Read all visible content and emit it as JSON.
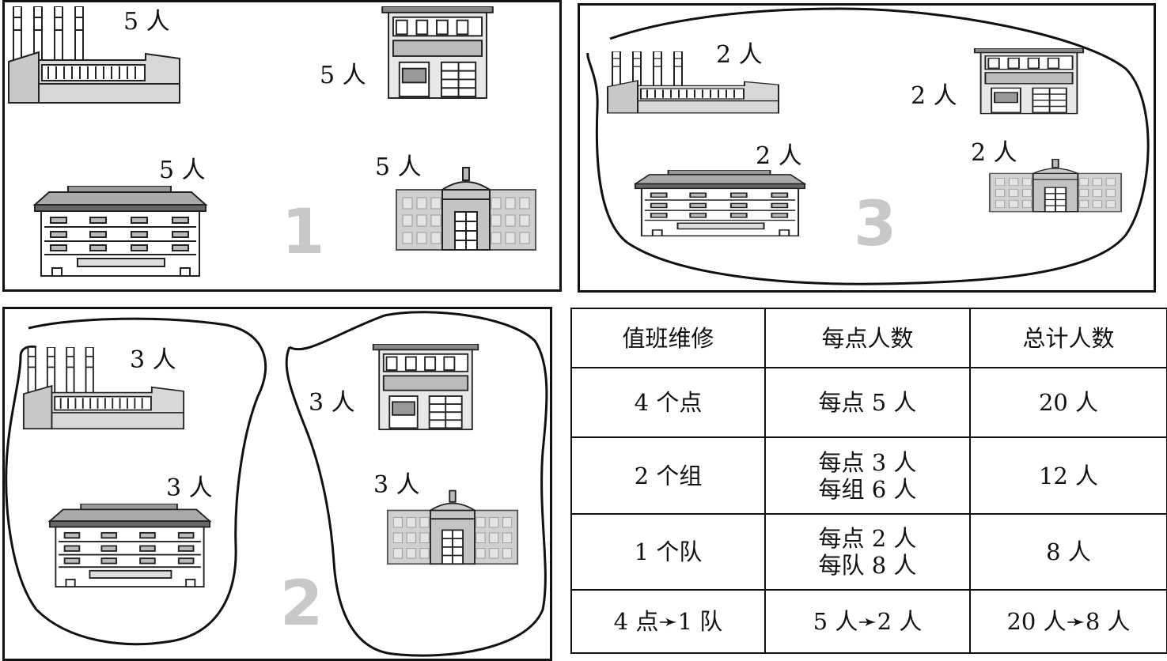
{
  "panels": {
    "p1": {
      "number": "1",
      "labels": {
        "factory": "5 人",
        "fire_station": "5 人",
        "school": "5 人",
        "hall": "5 人"
      }
    },
    "p3": {
      "number": "3",
      "labels": {
        "factory": "2 人",
        "fire_station": "2 人",
        "school": "2 人",
        "hall": "2 人"
      }
    },
    "p2": {
      "number": "2",
      "labels": {
        "factory": "3 人",
        "fire_station": "3 人",
        "school": "3 人",
        "hall": "3 人"
      }
    }
  },
  "table": {
    "headers": [
      "值班维修",
      "每点人数",
      "总计人数"
    ],
    "rows": [
      {
        "c1": "4 个点",
        "c2": [
          "每点 5 人"
        ],
        "c3": "20 人"
      },
      {
        "c1": "2 个组",
        "c2": [
          "每点 3 人",
          "每组 6 人"
        ],
        "c3": "12 人"
      },
      {
        "c1": "1 个队",
        "c2": [
          "每点 2 人",
          "每队 8 人"
        ],
        "c3": "8 人"
      },
      {
        "c1": "4 点➛1 队",
        "c2": [
          "5 人➛2 人"
        ],
        "c3": "20 人➛8 人"
      }
    ]
  },
  "icons": [
    "factory-icon",
    "fire-station-icon",
    "school-building-icon",
    "domed-hall-icon"
  ]
}
